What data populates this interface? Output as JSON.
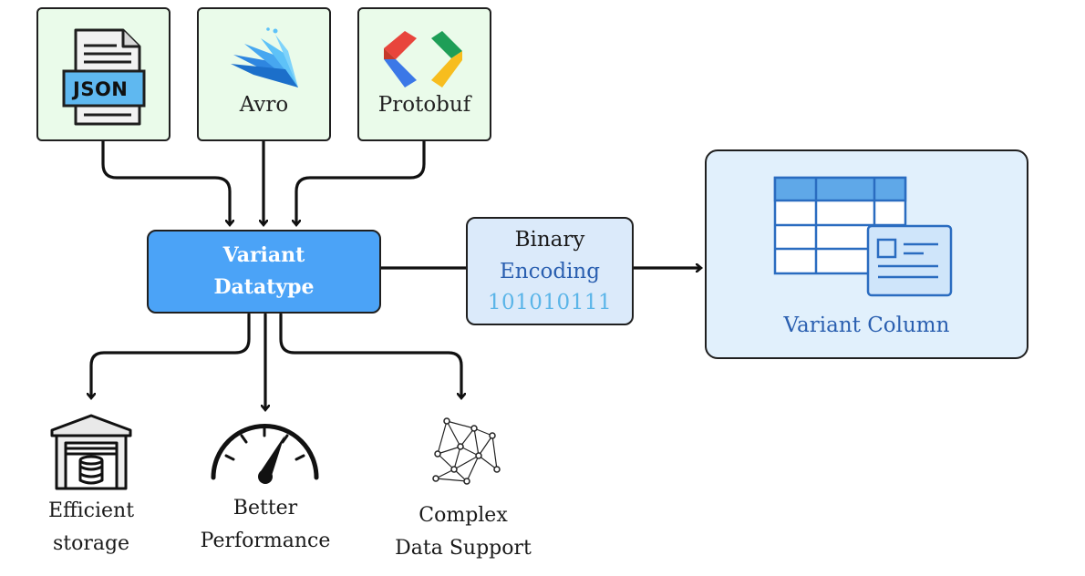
{
  "sources": [
    {
      "id": "json",
      "label": "JSON",
      "icon": "json-file-icon"
    },
    {
      "id": "avro",
      "label": "Avro",
      "icon": "avro-logo-icon"
    },
    {
      "id": "protobuf",
      "label": "Protobuf",
      "icon": "protobuf-logo-icon"
    }
  ],
  "variant": {
    "line1": "Variant",
    "line2": "Datatype"
  },
  "encoding": {
    "line1": "Binary",
    "line2": "Encoding",
    "line3": "101010111"
  },
  "column": {
    "label": "Variant Column",
    "icon": "table-card-icon"
  },
  "benefits": [
    {
      "line1": "Efficient",
      "line2": "storage",
      "icon": "storage-warehouse-icon"
    },
    {
      "line1": "Better",
      "line2": "Performance",
      "icon": "speedometer-icon"
    },
    {
      "line1": "Complex",
      "line2": "Data Support",
      "icon": "network-graph-icon"
    }
  ],
  "colors": {
    "source_fill": "#eafbea",
    "variant_fill": "#4ba3f7",
    "encoding_fill": "#dbeafa",
    "column_fill": "#e1f0fc",
    "encoding_text": "#2a5fb0",
    "binary_text": "#5bb5e8"
  }
}
